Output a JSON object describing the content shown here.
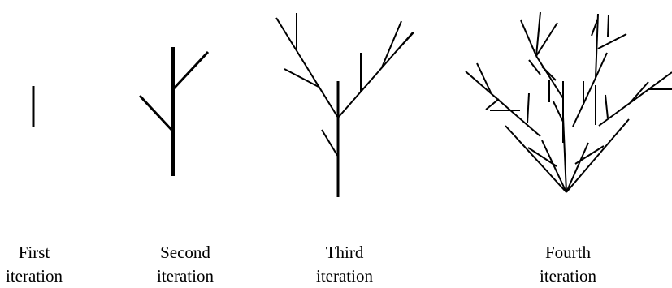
{
  "figure": {
    "stroke_color": "#000000",
    "background": "#ffffff",
    "iterations": [
      {
        "line1": "First",
        "line2": "iteration"
      },
      {
        "line1": "Second",
        "line2": "iteration"
      },
      {
        "line1": "Third",
        "line2": "iteration"
      },
      {
        "line1": "Fourth",
        "line2": "iteration"
      }
    ]
  }
}
